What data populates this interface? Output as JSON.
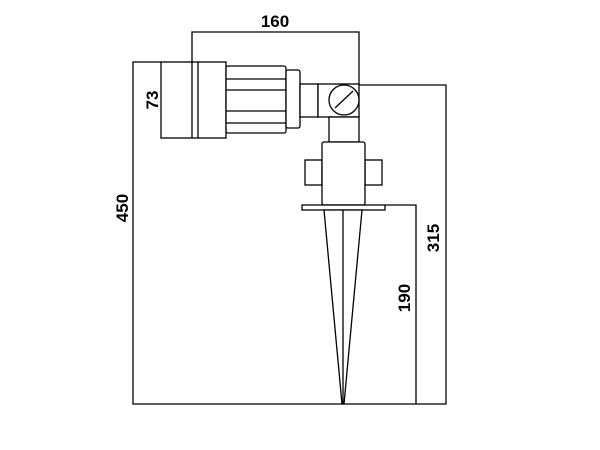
{
  "drawing": {
    "title": "Spike-mounted spotlight dimension drawing",
    "dimensions": {
      "width_top": "160",
      "head_diameter": "73",
      "total_height": "450",
      "height_to_joint": "315",
      "spike_length": "190"
    },
    "line_color": "#000000"
  }
}
